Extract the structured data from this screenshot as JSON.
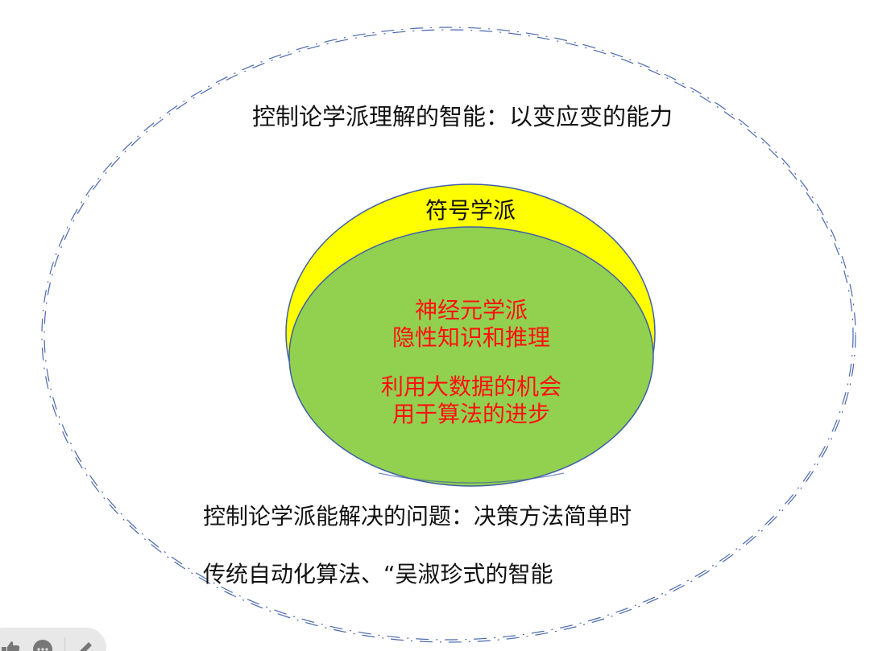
{
  "diagram": {
    "outer_region": {
      "title": "控制论学派理解的智能：以变应变的能力",
      "bottom_line_1": "控制论学派能解决的问题：决策方法简单时",
      "bottom_line_2": "传统自动化算法、“吴淑珍式的智能",
      "border_color": "#3f5fa8",
      "border_style": "dashed-double"
    },
    "symbolic_ellipse": {
      "label": "符号学派",
      "fill_color": "#ffff00",
      "border_color": "#3f5fa8"
    },
    "neural_ellipse": {
      "lines": [
        "神经元学派",
        "隐性知识和推理",
        "利用大数据的机会",
        "用于算法的进步"
      ],
      "fill_color": "#92d050",
      "text_color": "#ff1010",
      "border_color": "#3f5fa8"
    }
  },
  "toolbar": {
    "icons": [
      "thumbs-up-icon",
      "comment-icon",
      "edit-icon"
    ]
  }
}
